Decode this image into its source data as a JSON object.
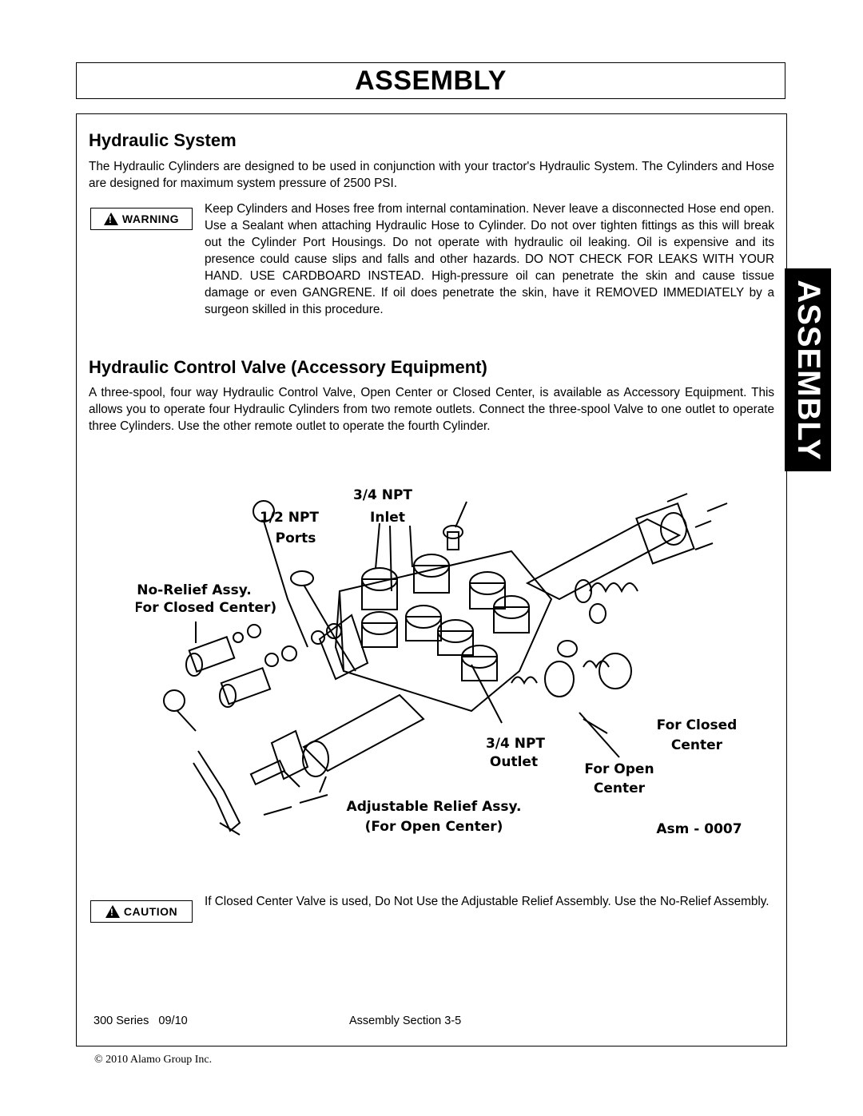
{
  "header": {
    "title": "ASSEMBLY"
  },
  "side_tab": {
    "label": "ASSEMBLY"
  },
  "section1": {
    "heading": "Hydraulic System",
    "intro": "The Hydraulic Cylinders are designed to be used in conjunction with your tractor's Hydraulic System. The Cylinders and Hose are designed for maximum system pressure of 2500 PSI.",
    "warning_label": "WARNING",
    "warning_text": "Keep Cylinders and Hoses free from internal contamination.  Never leave a disconnected Hose end open.  Use a Sealant when attaching Hydraulic Hose to Cylinder.  Do not over tighten fittings as this will break out the Cylinder Port Housings.  Do not operate with hydraulic oil leaking.  Oil is expensive and its presence could cause slips and falls and other hazards.  DO NOT CHECK FOR LEAKS WITH YOUR HAND.  USE CARDBOARD INSTEAD.  High-pressure oil can penetrate the skin and cause tissue damage or even GANGRENE.  If oil does penetrate the skin, have it REMOVED IMMEDIATELY by a surgeon skilled in this procedure."
  },
  "section2": {
    "heading": "Hydraulic Control Valve (Accessory Equipment)",
    "text": "A three-spool, four way Hydraulic Control Valve, Open Center or Closed Center, is available as Accessory Equipment. This allows you to operate four Hydraulic Cylinders from two remote outlets. Connect the three-spool Valve to one outlet to operate three Cylinders. Use the other remote outlet to operate the fourth Cylinder."
  },
  "figure": {
    "labels": {
      "npt34_inlet_a": "3/4 NPT",
      "npt34_inlet_b": "Inlet",
      "npt12_a": "1/2 NPT",
      "npt12_b": "Ports",
      "norelief_a": "No-Relief Assy.",
      "norelief_b": "(For Closed Center)",
      "outlet_a": "3/4 NPT",
      "outlet_b": "Outlet",
      "closed_a": "For Closed",
      "closed_b": "Center",
      "open_a": "For Open",
      "open_b": "Center",
      "adj_a": "Adjustable Relief Assy.",
      "adj_b": "(For Open Center)",
      "asm": "Asm - 0007"
    }
  },
  "caution": {
    "label": "CAUTION",
    "text": "If Closed Center Valve is used, Do Not Use the Adjustable Relief Assembly. Use the No-Relief Assembly."
  },
  "footer": {
    "left": "300 Series   09/10",
    "middle": "Assembly Section 3-5",
    "copyright": "© 2010 Alamo Group Inc."
  }
}
